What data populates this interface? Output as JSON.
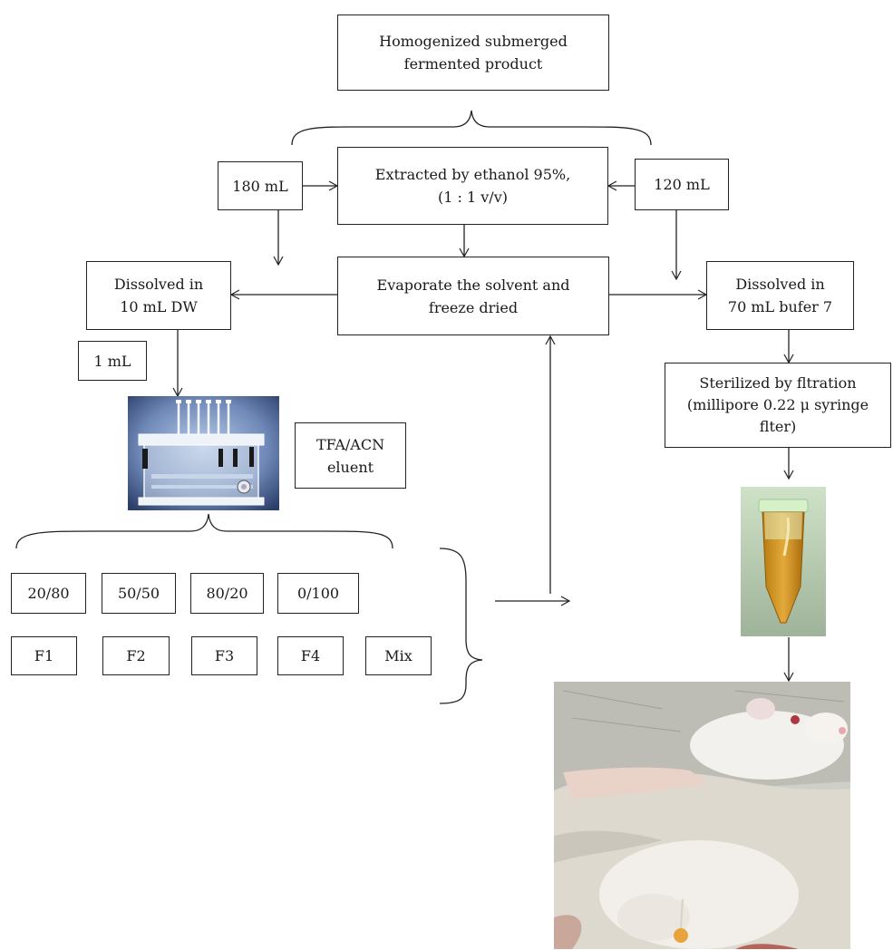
{
  "source_box": {
    "line1": "Homogenized submerged",
    "line2": "fermented product"
  },
  "extraction_box": {
    "line1": "Extracted by ethanol 95%,",
    "line2": "(1 : 1 v/v)"
  },
  "volume_left": "180 mL",
  "volume_right": "120 mL",
  "evaporate_box": {
    "line1": "Evaporate the solvent and",
    "line2": "freeze dried"
  },
  "dissolve_left_box": {
    "line1": "Dissolved in",
    "line2": "10 mL DW"
  },
  "dissolve_right_box": {
    "line1": "Dissolved in",
    "line2": "70 mL bufer 7"
  },
  "aliquot_label": "1 mL",
  "eluent_box": {
    "line1": "TFA/ACN",
    "line2": "eluent"
  },
  "sterilize_box": {
    "line1": "Sterilized by fltration",
    "line2": "(millipore 0.22 μ syringe",
    "line3": "flter)"
  },
  "ratios": [
    "20/80",
    "50/50",
    "80/20",
    "0/100"
  ],
  "fractions": [
    "F1",
    "F2",
    "F3",
    "F4",
    "Mix"
  ],
  "photos": {
    "spe_manifold": "solid-phase-extraction-manifold-photo",
    "sample_tube": "microcentrifuge-tube-photo",
    "rat": "laboratory-rat-photo"
  }
}
